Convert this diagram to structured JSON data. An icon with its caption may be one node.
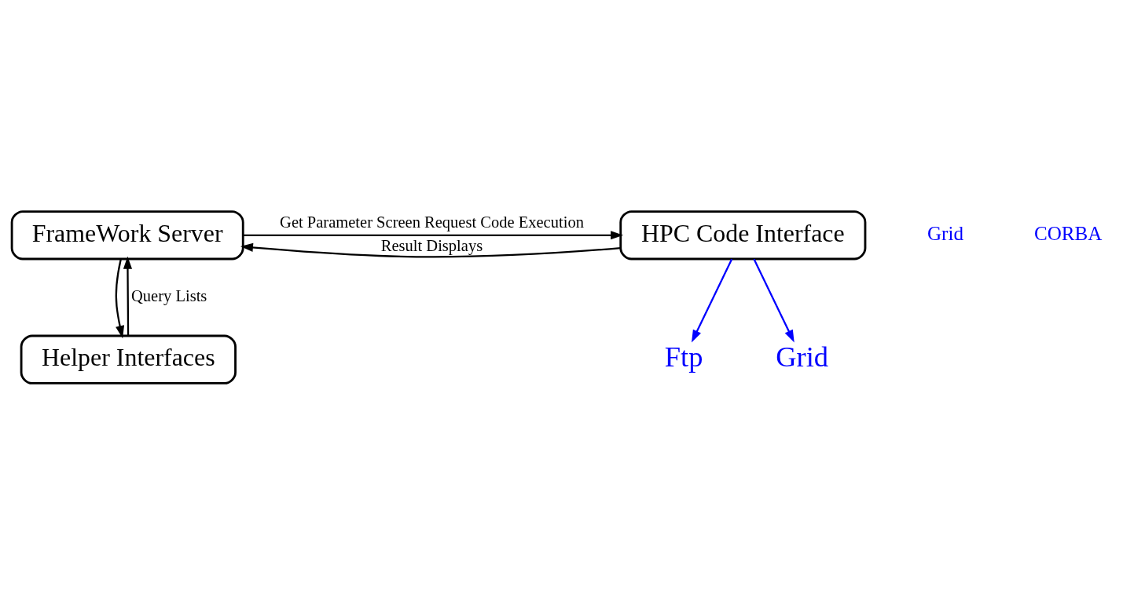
{
  "diagram": {
    "nodes": [
      {
        "text": [
          "FrameWork Server"
        ]
      },
      {
        "text": [
          "HPC Code Interface"
        ]
      },
      {
        "text": [
          "Helper Interfaces"
        ]
      },
      {
        "text": [
          "Ftp"
        ]
      },
      {
        "text": [
          "Grid"
        ]
      }
    ],
    "edges": [
      {
        "from": 0,
        "to": 1,
        "arrow": "to",
        "label": "Get Parameter Screen Request Code Execution"
      },
      {
        "from": 1,
        "to": 0,
        "arrow": "to",
        "label": "Result Displays"
      },
      {
        "from": 2,
        "to": 0,
        "arrow": "to",
        "label": "Query Lists"
      },
      {
        "from": 0,
        "to": 2,
        "arrow": "to"
      },
      {
        "from": 1,
        "to": 3,
        "arrow": "to",
        "color": "#0000ff"
      },
      {
        "from": 1,
        "to": 4,
        "arrow": "to",
        "color": "#0000ff"
      }
    ],
    "labels": [
      "Grid",
      "CORBA"
    ]
  }
}
